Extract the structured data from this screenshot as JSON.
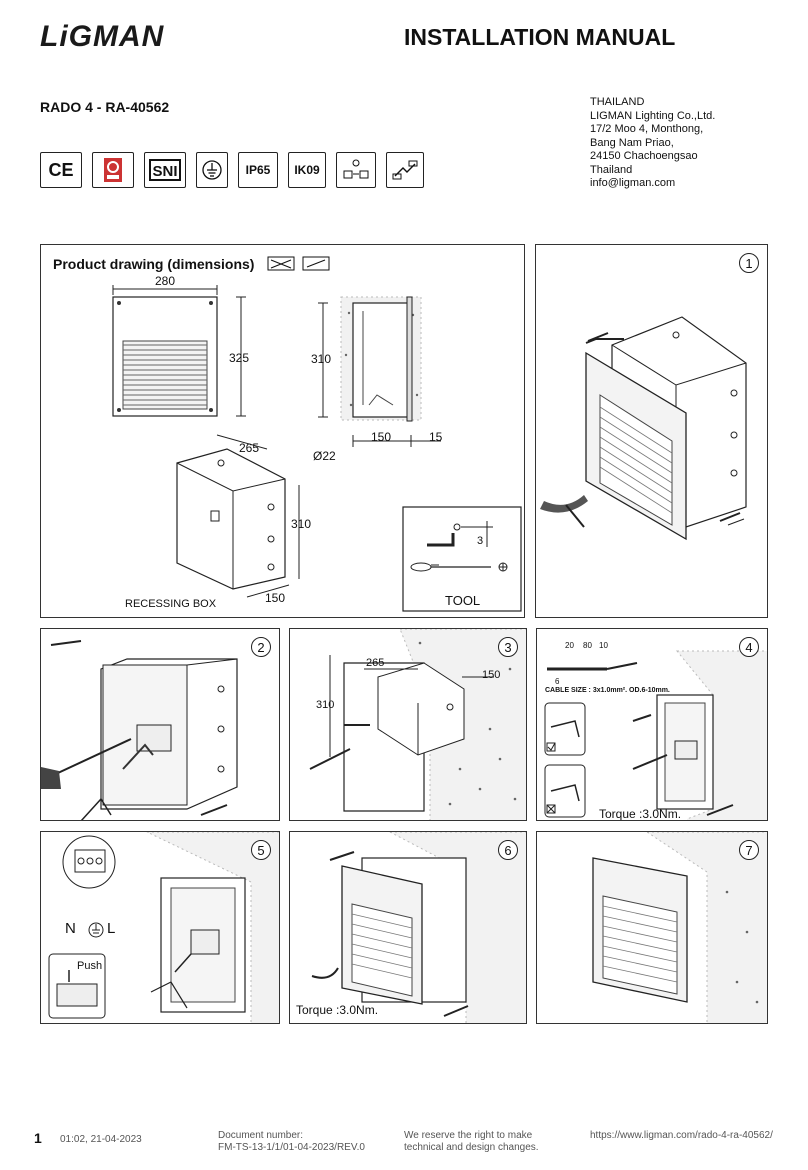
{
  "header": {
    "logo_text": "LiGMAN",
    "title": "INSTALLATION MANUAL",
    "product_code": "RADO 4 - RA-40562"
  },
  "address": {
    "lines": [
      "THAILAND",
      "LIGMAN Lighting Co.,Ltd.",
      "17/2 Moo 4, Monthong,",
      "Bang Nam Priao,",
      "24150 Chachoengsao",
      "Thailand",
      "info@ligman.com"
    ]
  },
  "certifications": [
    "CE",
    "IP65",
    "IK09"
  ],
  "drawing": {
    "title": "Product drawing (dimensions)",
    "front_width": "280",
    "front_height": "325",
    "side_height": "310",
    "side_depth": "150",
    "side_offset": "15",
    "box_width": "265",
    "box_diameter": "Ø22",
    "box_height": "310",
    "box_depth": "150",
    "box_label": "RECESSING BOX",
    "tool_dim": "3",
    "tool_label": "TOOL"
  },
  "steps": {
    "s1": "1",
    "s2": "2",
    "s3": "3",
    "s4": "4",
    "s5": "5",
    "s6": "6",
    "s7": "7",
    "s3_width": "265",
    "s3_depth": "150",
    "s3_height": "310",
    "s4_dim_a": "20",
    "s4_dim_b": "80",
    "s4_dim_c": "10",
    "s4_dim_d": "6",
    "s4_cable": "CABLE SIZE : 3x1.0mm².  OD.6-10mm.",
    "s4_torque": "Torque :3.0Nm.",
    "s5_n": "N",
    "s5_l": "L",
    "s5_push": "Push",
    "s6_torque": "Torque :3.0Nm."
  },
  "footer": {
    "page": "1",
    "timestamp": "01:02, 21-04-2023",
    "docnum_label": "Document number:",
    "docnum": "FM-TS-13-1/1/01-04-2023/REV.0",
    "reserve_1": "We reserve the right to make",
    "reserve_2": "technical and design changes.",
    "url": "https://www.ligman.com/rado-4-ra-40562/"
  }
}
